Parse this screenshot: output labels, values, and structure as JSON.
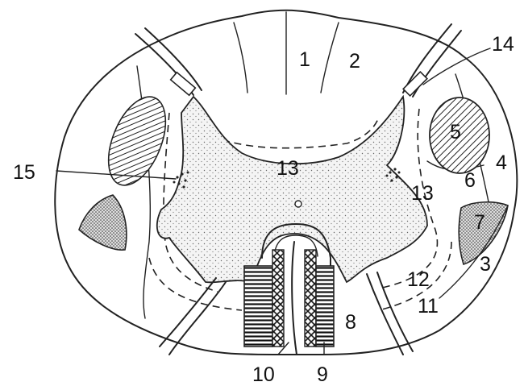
{
  "diagram": {
    "labels": [
      {
        "id": "1",
        "text": "1"
      },
      {
        "id": "2",
        "text": "2"
      },
      {
        "id": "3",
        "text": "3"
      },
      {
        "id": "4",
        "text": "4"
      },
      {
        "id": "5",
        "text": "5"
      },
      {
        "id": "6",
        "text": "6"
      },
      {
        "id": "7",
        "text": "7"
      },
      {
        "id": "8",
        "text": "8"
      },
      {
        "id": "9",
        "text": "9"
      },
      {
        "id": "10",
        "text": "10"
      },
      {
        "id": "11",
        "text": "11"
      },
      {
        "id": "12",
        "text": "12"
      },
      {
        "id": "13a",
        "text": "13"
      },
      {
        "id": "13b",
        "text": "13"
      },
      {
        "id": "14",
        "text": "14"
      },
      {
        "id": "15",
        "text": "15"
      }
    ]
  }
}
